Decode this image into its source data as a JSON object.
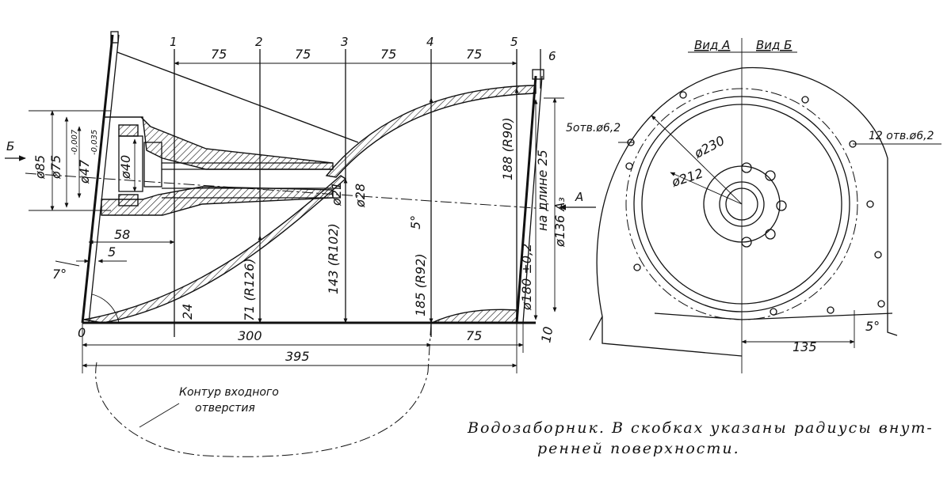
{
  "drawing": {
    "sections": [
      "1",
      "2",
      "3",
      "4",
      "5",
      "6"
    ],
    "top_dims": [
      "75",
      "75",
      "75",
      "75"
    ],
    "bottom_dims": {
      "main": "300",
      "right": "75",
      "total": "395"
    },
    "left_dims": [
      "ø85",
      "ø75",
      "ø47",
      "-0,007",
      "-0,035",
      "ø40"
    ],
    "left_small": {
      "d58": "58",
      "d5": "5",
      "angle7": "7°",
      "zero": "0",
      "d24": "24"
    },
    "vertical_dims": [
      "71 (R126)",
      "ø21",
      "ø28",
      "143 (R102)",
      "185 (R92)",
      "5°",
      "188 (R90)",
      "ø180 ±0,2",
      "на длине 25",
      "ø136 A₃"
    ],
    "misc": {
      "arrow_b": "Б",
      "arrow_a": "A",
      "ten": "10"
    },
    "contour_label": [
      "Контур входного",
      "отверстия"
    ],
    "right_view": {
      "view_a": "Вид А",
      "view_b": "Вид Б",
      "holes_5": "5отв.ø6,2",
      "holes_12": "12 отв.ø6,2",
      "d230": "ø230",
      "d212": "ø212",
      "dim135": "135",
      "angle5": "5°"
    }
  },
  "caption": {
    "line1": "Водозаборник. В скобках указаны радиусы внут-",
    "line2": "ренней поверхности."
  }
}
